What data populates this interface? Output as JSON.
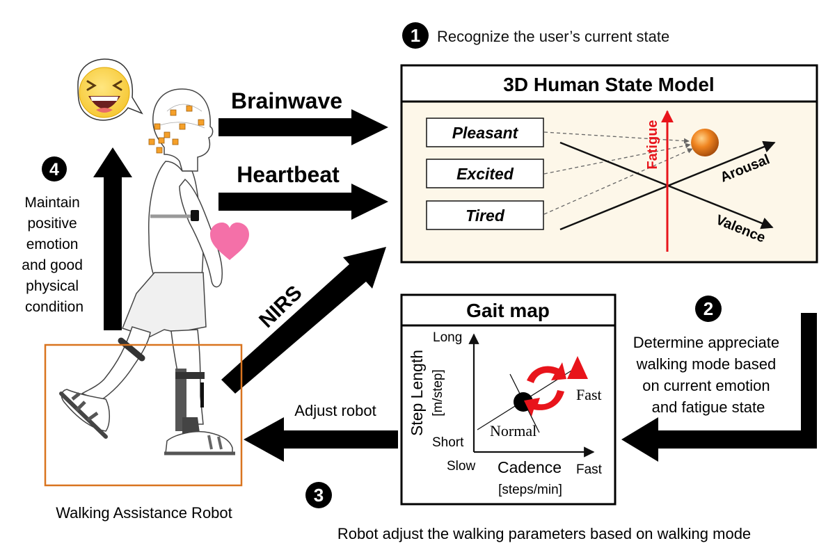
{
  "steps": {
    "step1": {
      "number": "1",
      "text": "Recognize the user’s current state"
    },
    "step2": {
      "number": "2",
      "lines": [
        "Determine appreciate",
        "walking mode based",
        "on current emotion",
        "and fatigue state"
      ]
    },
    "step3": {
      "number": "3",
      "text": "Robot adjust the walking parameters based on walking mode"
    },
    "step4": {
      "number": "4",
      "lines": [
        "Maintain",
        "positive",
        "emotion",
        "and good",
        "physical",
        "condition"
      ]
    }
  },
  "signals": {
    "brainwave": "Brainwave",
    "heartbeat": "Heartbeat",
    "nirs": "NIRS"
  },
  "state_model": {
    "title": "3D Human State Model",
    "states": [
      "Pleasant",
      "Excited",
      "Tired"
    ],
    "axes": {
      "fatigue": "Fatigue",
      "arousal": "Arousal",
      "valence": "Valence"
    }
  },
  "gait_map": {
    "title": "Gait map",
    "y_axis": {
      "label_line1": "Step Length",
      "label_line2": "[m/step]",
      "high": "Long",
      "low": "Short"
    },
    "x_axis": {
      "label_line1": "Cadence",
      "label_line2": "[steps/min]",
      "low": "Slow",
      "high": "Fast"
    },
    "points": {
      "normal": "Normal",
      "fast": "Fast"
    }
  },
  "robot": {
    "adjust_label": "Adjust robot",
    "caption": "Walking Assistance Robot"
  },
  "colors": {
    "fatigue_axis": "#e8141b",
    "rotate_arrows": "#e8141b",
    "state_panel_bg": "#fdf7e9",
    "robot_frame": "#d9741f",
    "heart": "#f470a8",
    "electrode": "#f5a029",
    "sphere": "#e8741a"
  }
}
